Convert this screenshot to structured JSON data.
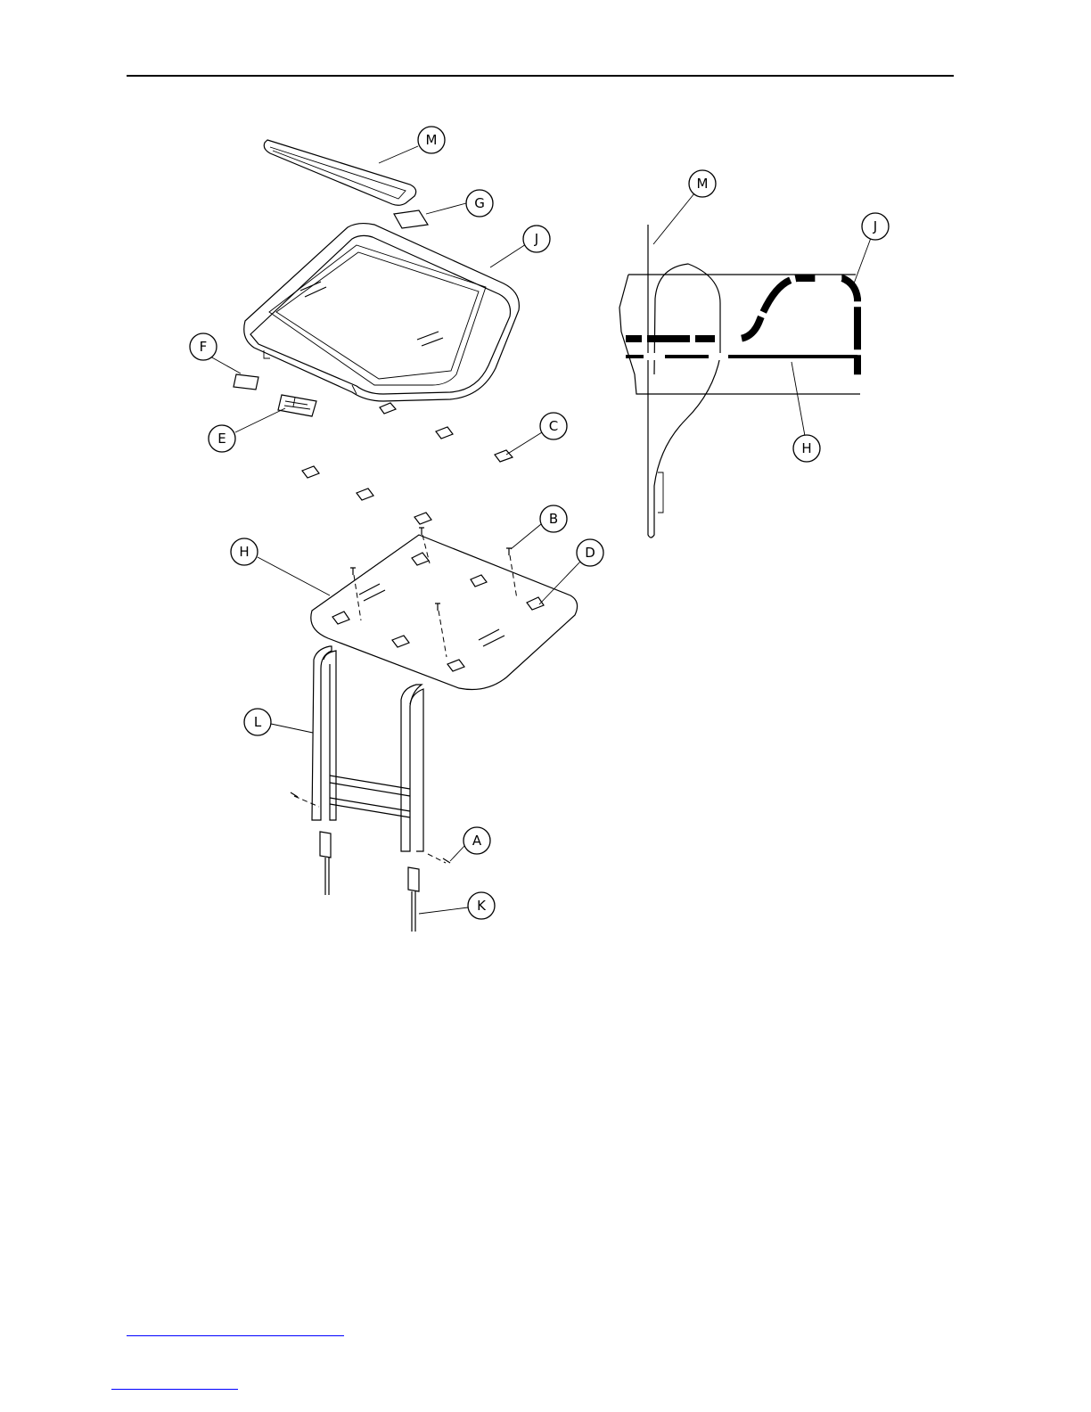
{
  "callouts": {
    "exploded": {
      "M": "M",
      "G": "G",
      "J": "J",
      "F": "F",
      "E": "E",
      "C": "C",
      "B": "B",
      "H": "H",
      "D": "D",
      "L": "L",
      "A": "A",
      "K": "K"
    },
    "section": {
      "M": "M",
      "J": "J",
      "H": "H"
    }
  },
  "colors": {
    "line": "#000000",
    "link_rule": "#0000ff"
  }
}
